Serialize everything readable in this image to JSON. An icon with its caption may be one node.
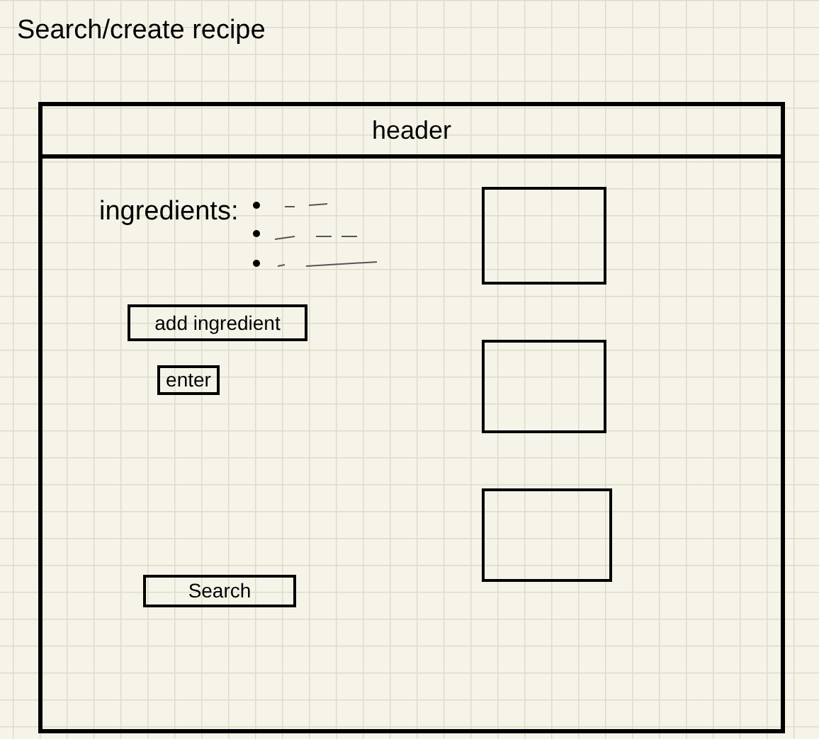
{
  "diagram": {
    "title": "Search/create recipe",
    "nodes": [
      {
        "text": [],
        "shape": "box"
      },
      {
        "text": [
          "header"
        ],
        "in": 0
      },
      {
        "text": [
          "add ingredient"
        ],
        "in": 0
      },
      {
        "text": [
          "enter"
        ],
        "in": 0
      },
      {
        "text": [
          "Search"
        ],
        "in": 0
      },
      {
        "text": [],
        "shape": "box",
        "in": 0
      },
      {
        "text": [],
        "shape": "box",
        "in": 0
      },
      {
        "text": [],
        "shape": "box",
        "in": 0
      }
    ],
    "labels": [
      "ingredients:"
    ]
  }
}
